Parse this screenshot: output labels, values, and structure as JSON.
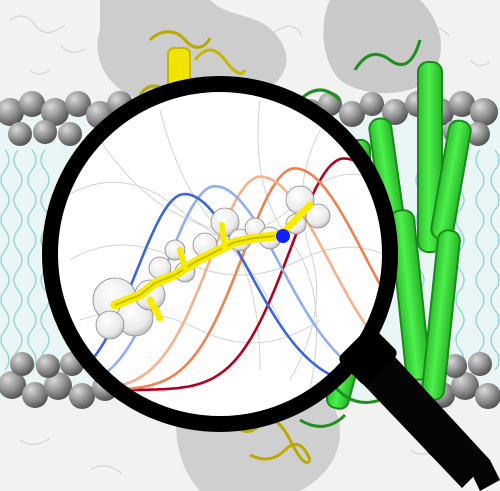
{
  "image": {
    "description_free": true,
    "colors": {
      "background": "#ffffff",
      "solvent_gray": "#d6d6d6",
      "membrane_gray": "#8c8c8c",
      "lipid_tail_blue": "#7fcfcf",
      "lens_rim": "#000000",
      "handle": "#000000",
      "helix_green": "#3ce33c",
      "helix_green_dark": "#1d8f1d",
      "helix_yellow": "#f3e300",
      "retinal_yellow": "#f7ec00",
      "retinal_nitrogen": "#1020ff",
      "curve_red": "#b40020",
      "curve_orange": "#f08050",
      "curve_peach": "#f6b08a",
      "curve_lightblue": "#8fb0ee",
      "curve_blue": "#3d66d8"
    },
    "curves": [
      {
        "color_key": "curve_red",
        "peak": 0.8
      },
      {
        "color_key": "curve_orange",
        "peak": 0.67
      },
      {
        "color_key": "curve_peach",
        "peak": 0.58
      },
      {
        "color_key": "curve_lightblue",
        "peak": 0.46
      },
      {
        "color_key": "curve_blue",
        "peak": 0.38
      }
    ]
  }
}
